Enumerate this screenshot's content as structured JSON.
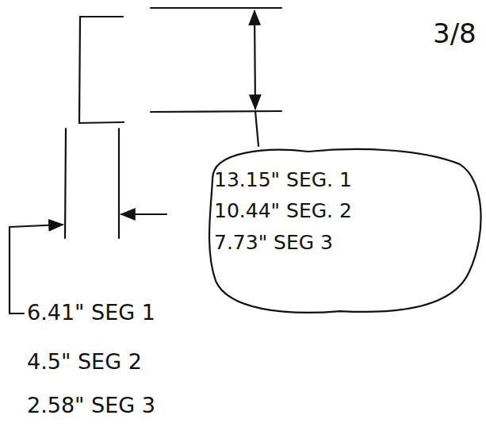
{
  "diagram": {
    "nodes": [
      {
        "text": [
          "13.15\" SEG. 1",
          "10.44\" SEG. 2",
          "7.73\" SEG 3"
        ]
      }
    ],
    "labels": [
      "3/8",
      "6.41\" SEG 1",
      "4.5\" SEG 2",
      "2.58\" SEG 3"
    ]
  }
}
